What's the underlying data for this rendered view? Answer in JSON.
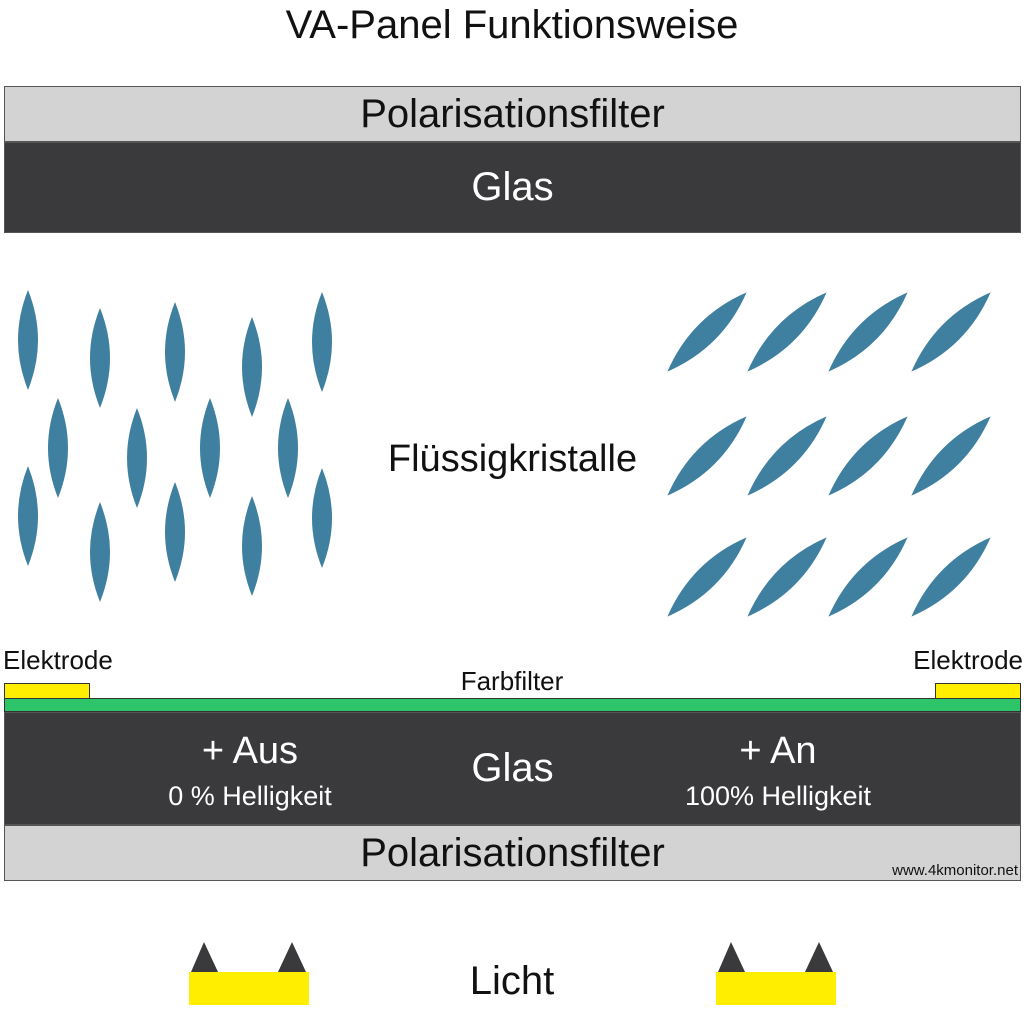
{
  "title": "VA-Panel Funktionsweise",
  "layers": {
    "top_polarizer": "Polarisationsfilter",
    "top_glass": "Glas",
    "liquid_crystals": "Flüssigkristalle",
    "electrode_left": "Elektrode",
    "electrode_right": "Elektrode",
    "color_filter": "Farbfilter",
    "bottom_glass": "Glas",
    "bottom_polarizer": "Polarisationsfilter"
  },
  "states": {
    "off": {
      "label": "+ Aus",
      "brightness": "0 % Helligkeit"
    },
    "on": {
      "label": "+ An",
      "brightness": "100% Helligkeit"
    }
  },
  "light_label": "Licht",
  "watermark": "www.4kmonitor.net",
  "colors": {
    "polarizer": "#d3d3d3",
    "glass": "#3a3a3c",
    "crystal": "#3f7fa0",
    "electrode": "#ffee00",
    "color_filter": "#2ec46a",
    "light_source": "#ffee00"
  },
  "icons": {
    "crystal": "ellipse-crystal-icon",
    "light_source": "light-source-icon"
  }
}
